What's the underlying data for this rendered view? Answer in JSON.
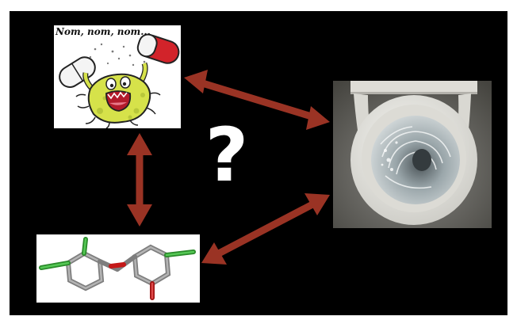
{
  "cartoon": {
    "caption": "Nom, nom, nom..."
  },
  "center": {
    "question_mark": "?"
  },
  "colors": {
    "background": "#000000",
    "arrow": "#9a3324",
    "microbe_body": "#d6e24a",
    "pill_red": "#d2232a",
    "toilet_porcelain": "#e9e8e3",
    "water": "#b9c3c5"
  },
  "icons": {
    "microbe": "microbe-eating-pills-cartoon",
    "toilet": "toilet-bowl-photo",
    "molecule": "triclosan-molecule-model"
  }
}
